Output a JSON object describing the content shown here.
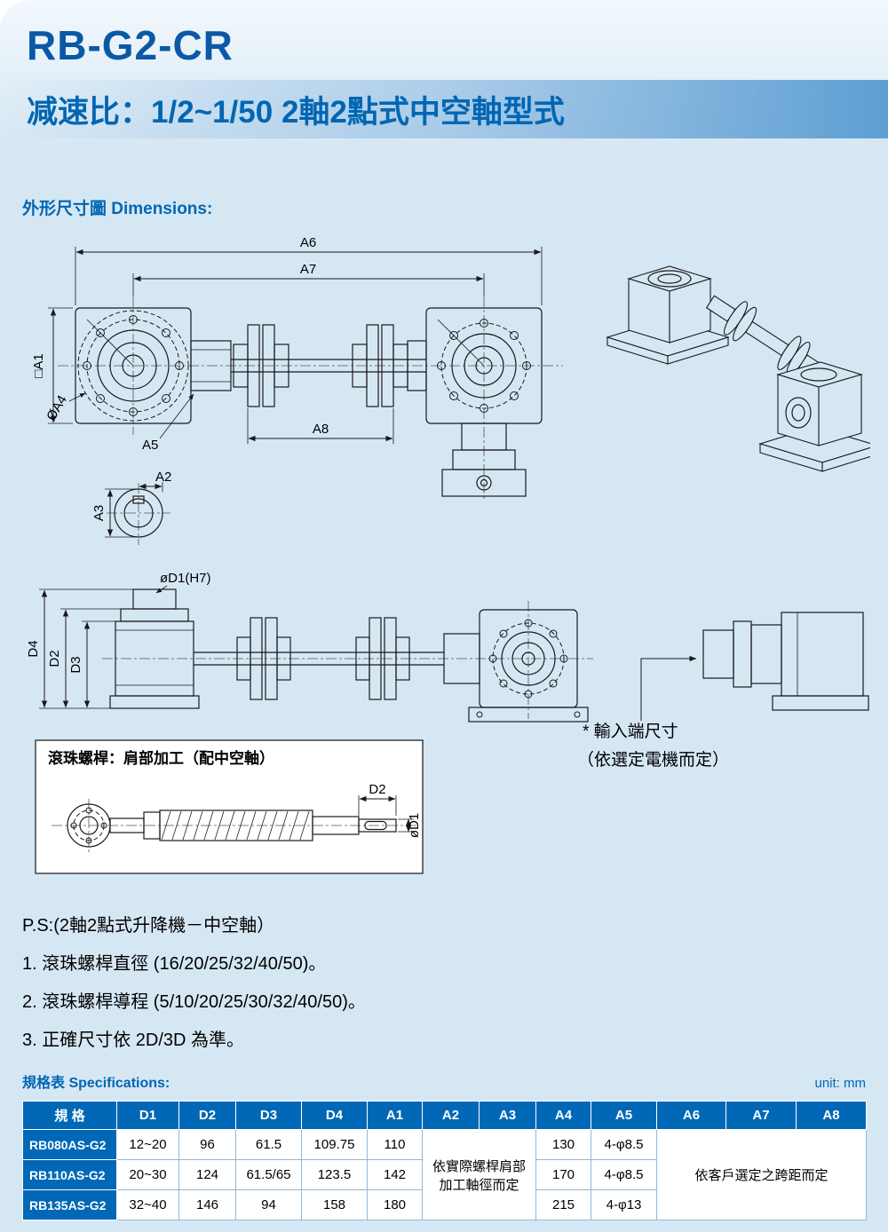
{
  "colors": {
    "accent": "#0068b7",
    "page_bg": "#d6e7f4",
    "table_header_bg": "#0068b7"
  },
  "header": {
    "title": "RB-G2-CR",
    "subtitle": "减速比：1/2~1/50 2軸2點式中空軸型式"
  },
  "sections": {
    "dimensions_heading": "外形尺寸圖 Dimensions:",
    "specs_heading": "規格表 Specifications:",
    "unit_label": "unit: mm"
  },
  "drawing": {
    "labels": {
      "a6": "A6",
      "a7": "A7",
      "a8": "A8",
      "a1": "□A1",
      "a4": "ØA4",
      "a5": "A5",
      "a2": "A2",
      "a3": "A3",
      "d1_h7": "øD1(H7)",
      "d4": "D4",
      "d2": "D2",
      "d3": "D3"
    },
    "ballscrew": {
      "title": "滾珠螺桿：肩部加工（配中空軸）",
      "d2": "D2",
      "d1": "øD1"
    },
    "input_note_line1": "* 輸入端尺寸",
    "input_note_line2": "（依選定電機而定）"
  },
  "notes": {
    "ps": "P.S:(2軸2點式升降機－中空軸）",
    "item1": "1. 滾珠螺桿直徑 (16/20/25/32/40/50)。",
    "item2": "2. 滾珠螺桿導程 (5/10/20/25/30/32/40/50)。",
    "item3": "3. 正確尺寸依 2D/3D 為準。"
  },
  "table": {
    "headers": [
      "規 格",
      "D1",
      "D2",
      "D3",
      "D4",
      "A1",
      "A2",
      "A3",
      "A4",
      "A5",
      "A6",
      "A7",
      "A8"
    ],
    "rows": [
      {
        "model": "RB080AS-G2",
        "cells": [
          "12~20",
          "96",
          "61.5",
          "109.75",
          "110",
          "130",
          "4-φ8.5"
        ]
      },
      {
        "model": "RB110AS-G2",
        "cells": [
          "20~30",
          "124",
          "61.5/65",
          "123.5",
          "142",
          "170",
          "4-φ8.5"
        ]
      },
      {
        "model": "RB135AS-G2",
        "cells": [
          "32~40",
          "146",
          "94",
          "158",
          "180",
          "215",
          "4-φ13"
        ]
      }
    ],
    "merged": {
      "a2_a3_line1": "依實際螺桿肩部",
      "a2_a3_line2": "加工軸徑而定",
      "a6_a8": "依客戶選定之跨距而定"
    }
  }
}
